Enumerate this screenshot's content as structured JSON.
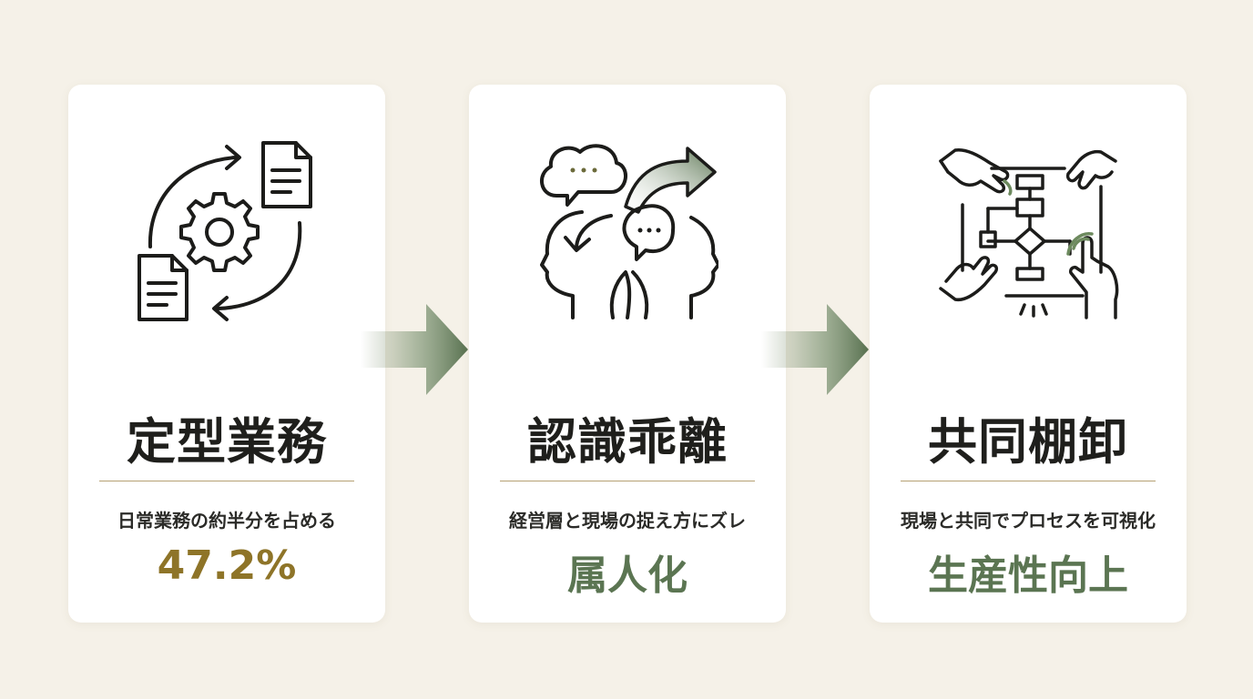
{
  "colors": {
    "background": "#f5f1e8",
    "card": "#ffffff",
    "ink": "#1f1f1c",
    "gold": "#8e7428",
    "green": "#5b7552",
    "divider": "#b5a173"
  },
  "cards": [
    {
      "icon": "gear-document-cycle-icon",
      "title": "定型業務",
      "subtitle": "日常業務の約半分を占める",
      "highlight": "47.2%",
      "highlight_color": "gold"
    },
    {
      "icon": "two-heads-speech-bubbles-icon",
      "title": "認識乖離",
      "subtitle": "経営層と現場の捉え方にズレ",
      "highlight": "属人化",
      "highlight_color": "green"
    },
    {
      "icon": "hands-flowchart-icon",
      "title": "共同棚卸",
      "subtitle": "現場と共同でプロセスを可視化",
      "highlight": "生産性向上",
      "highlight_color": "green"
    }
  ],
  "arrows": [
    "right-arrow-icon",
    "right-arrow-icon"
  ]
}
